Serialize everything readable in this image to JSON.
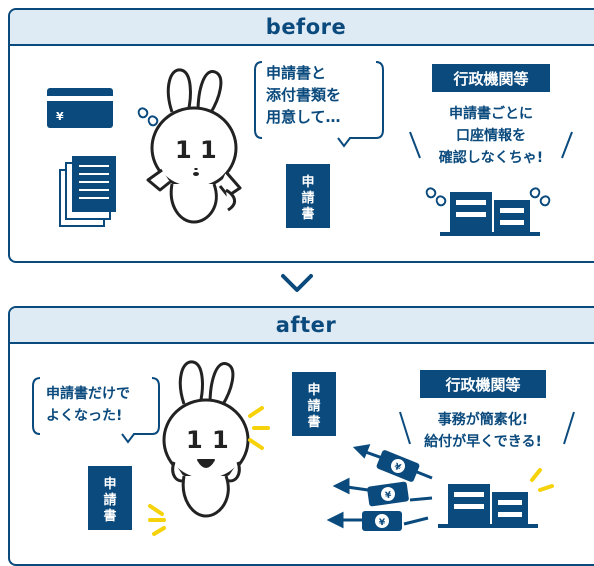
{
  "before": {
    "title": "before",
    "bubble_lines": [
      "申請書と",
      "添付書類を",
      "用意して…"
    ],
    "application_form": [
      "申",
      "請",
      "書"
    ],
    "gov_label": "行政機関等",
    "gov_lines": [
      "申請書ごとに",
      "口座情報を",
      "確認しなくちゃ!"
    ],
    "card_symbol": "¥"
  },
  "after": {
    "title": "after",
    "bubble_lines": [
      "申請書だけで",
      "よくなった!"
    ],
    "application_form_top": [
      "申",
      "請",
      "書"
    ],
    "application_form_bottom": [
      "申",
      "請",
      "書"
    ],
    "gov_label": "行政機関等",
    "gov_lines": [
      "事務が簡素化!",
      "給付が早くできる!"
    ],
    "money_symbol": "¥"
  },
  "colors": {
    "navy": "#0b4a7d",
    "yellow": "#f5d20a",
    "header_bg": "#deeaf4"
  }
}
